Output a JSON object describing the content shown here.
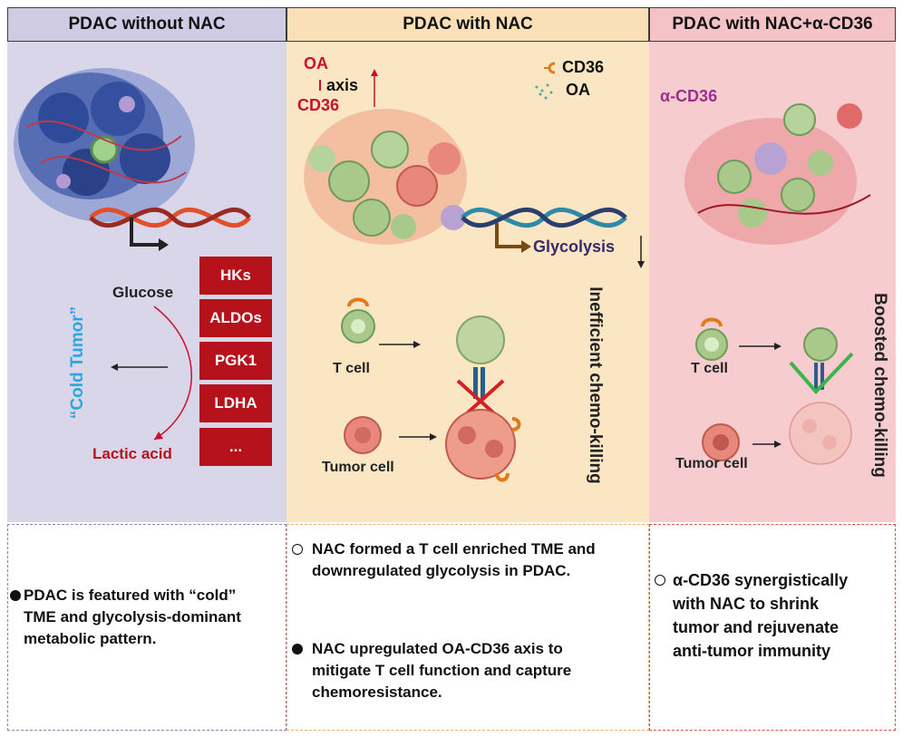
{
  "headers": {
    "left": "PDAC without NAC",
    "middle": "PDAC with NAC",
    "right": "PDAC with NAC+α-CD36"
  },
  "left_panel": {
    "glucose": "Glucose",
    "lactic_acid": "Lactic acid",
    "cold_tumor": "“Cold Tumor”",
    "enzymes": [
      "HKs",
      "ALDOs",
      "PGK1",
      "LDHA",
      "..."
    ]
  },
  "middle_panel": {
    "axis_oa": "OA",
    "axis_word": "axis",
    "axis_cd36": "CD36",
    "legend_cd36": "CD36",
    "legend_oa": "OA",
    "glycolysis": "Glycolysis",
    "t_cell": "T cell",
    "tumor_cell": "Tumor cell",
    "vertical": "Inefficient chemo-killing"
  },
  "right_panel": {
    "alpha_cd36": "α-CD36",
    "t_cell": "T cell",
    "tumor_cell": "Tumor cell",
    "vertical": "Boosted chemo-killing"
  },
  "descriptions": {
    "left": [
      "PDAC is featured with “cold”",
      "TME and glycolysis-dominant",
      "metabolic pattern."
    ],
    "middle_1": [
      "NAC formed a T cell enriched TME and",
      "downregulated glycolysis in PDAC."
    ],
    "middle_2": [
      "NAC upregulated OA-CD36 axis to",
      "mitigate T cell function and capture",
      "chemoresistance."
    ],
    "right": [
      "α-CD36 synergistically",
      "with NAC to shrink",
      "tumor and rejuvenate",
      "anti-tumor immunity"
    ]
  },
  "colors": {
    "left_bg": "#d9d6ea",
    "middle_bg": "#fbe6c4",
    "right_bg": "#f7cccf",
    "enzyme_red": "#b5121b",
    "cold_blue": "#2aa7df",
    "accent_red": "#c8102e",
    "alpha_purple": "#9b2f8f",
    "green_check": "#3cb44a"
  }
}
